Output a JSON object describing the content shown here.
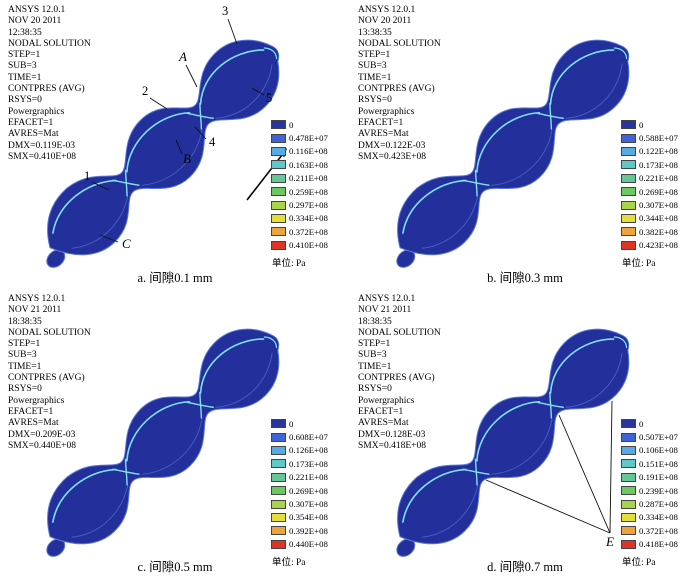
{
  "colors": {
    "rotor_body": "#232f9b",
    "rotor_edge": "#5a79d6",
    "ridge_line": "#7fe2f0",
    "ridge_soft": "#4d6cd0",
    "legend": [
      "#2a36a0",
      "#3f64d9",
      "#57aae4",
      "#5fc9c9",
      "#66c695",
      "#6cc95f",
      "#a8d44c",
      "#e3de3c",
      "#eda43c",
      "#dc3528"
    ]
  },
  "panels": [
    {
      "id": "a",
      "header_lines": [
        "ANSYS 12.0.1",
        "NOV 20 2011",
        "12:38:35",
        "NODAL SOLUTION",
        "STEP=1",
        "SUB=3",
        "TIME=1",
        "CONTPRES (AVG)",
        "RSYS=0",
        "Powergraphics",
        "EFACET=1",
        "AVRES=Mat",
        "DMX=0.119E-03",
        "SMX=0.410E+08"
      ],
      "legend_values": [
        "0",
        "0.478E+07",
        "0.116E+08",
        "0.163E+08",
        "0.211E+08",
        "0.259E+08",
        "0.297E+08",
        "0.334E+08",
        "0.372E+08",
        "0.410E+08"
      ],
      "unit_label": "单位: Pa",
      "caption": "a. 间隙0.1 mm",
      "labels": {
        "n1": "1",
        "n2": "2",
        "n3": "3",
        "n4": "4",
        "n5": "5",
        "lA": "A",
        "lB": "B",
        "lC": "C"
      }
    },
    {
      "id": "b",
      "header_lines": [
        "ANSYS 12.0.1",
        "NOV 20 2011",
        "13:38:35",
        "NODAL SOLUTION",
        "STEP=1",
        "SUB=3",
        "TIME=1",
        "CONTPRES (AVG)",
        "RSYS=0",
        "Powergraphics",
        "EFACET=1",
        "AVRES=Mat",
        "DMX=0.122E-03",
        "SMX=0.423E+08"
      ],
      "legend_values": [
        "0",
        "0.588E+07",
        "0.122E+08",
        "0.173E+08",
        "0.221E+08",
        "0.269E+08",
        "0.307E+08",
        "0.344E+08",
        "0.382E+08",
        "0.423E+08"
      ],
      "unit_label": "单位: Pa",
      "caption": "b. 间隙0.3 mm"
    },
    {
      "id": "c",
      "header_lines": [
        "ANSYS 12.0.1",
        "NOV 21 2011",
        "18:38:35",
        "NODAL SOLUTION",
        "STEP=1",
        "SUB=3",
        "TIME=1",
        "CONTPRES (AVG)",
        "RSYS=0",
        "Powergraphics",
        "EFACET=1",
        "AVRES=Mat",
        "DMX=0.209E-03",
        "SMX=0.440E+08"
      ],
      "legend_values": [
        "0",
        "0.608E+07",
        "0.126E+08",
        "0.173E+08",
        "0.221E+08",
        "0.269E+08",
        "0.307E+08",
        "0.354E+08",
        "0.392E+08",
        "0.440E+08"
      ],
      "unit_label": "单位: Pa",
      "caption": "c. 间隙0.5 mm"
    },
    {
      "id": "d",
      "header_lines": [
        "ANSYS 12.0.1",
        "NOV 21 2011",
        "18:38:35",
        "NODAL SOLUTION",
        "STEP=1",
        "SUB=3",
        "TIME=1",
        "CONTPRES (AVG)",
        "RSYS=0",
        "Powergraphics",
        "EFACET=1",
        "AVRES=Mat",
        "DMX=0.128E-03",
        "SMX=0.418E+08"
      ],
      "legend_values": [
        "0",
        "0.507E+07",
        "0.106E+08",
        "0.151E+08",
        "0.191E+08",
        "0.239E+08",
        "0.287E+08",
        "0.334E+08",
        "0.372E+08",
        "0.418E+08"
      ],
      "unit_label": "单位: Pa",
      "caption": "d. 间隙0.7 mm",
      "labels": {
        "lE": "E"
      }
    }
  ]
}
